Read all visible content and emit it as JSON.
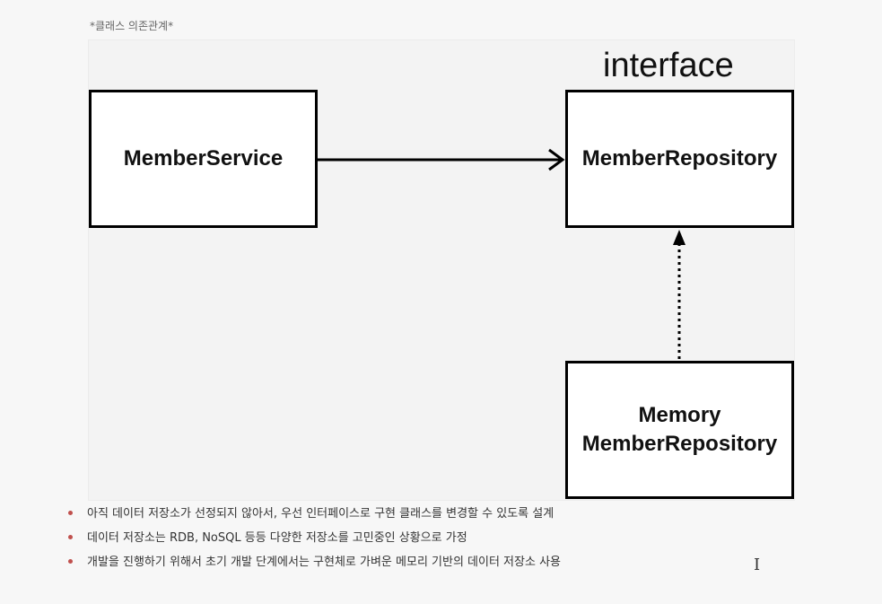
{
  "caption": "*클래스 의존관계*",
  "diagram": {
    "stereotype": "interface",
    "nodes": [
      {
        "id": "member-service",
        "label": "MemberService"
      },
      {
        "id": "member-repository",
        "label": "MemberRepository"
      },
      {
        "id": "memory-member-repository",
        "label_line1": "Memory",
        "label_line2": "MemberRepository"
      }
    ],
    "edges": [
      {
        "from": "member-service",
        "to": "member-repository",
        "style": "solid",
        "arrow": "open"
      },
      {
        "from": "memory-member-repository",
        "to": "member-repository",
        "style": "dotted",
        "arrow": "filled"
      }
    ]
  },
  "notes": [
    "아직 데이터 저장소가 선정되지 않아서, 우선 인터페이스로 구현 클래스를 변경할 수 있도록 설계",
    "데이터 저장소는 RDB, NoSQL 등등 다양한 저장소를 고민중인 상황으로 가정",
    "개발을 진행하기 위해서 초기 개발 단계에서는 구현체로 가벼운 메모리 기반의 데이터 저장소 사용"
  ],
  "colors": {
    "bullet": "#c0504d",
    "line": "#000000"
  }
}
